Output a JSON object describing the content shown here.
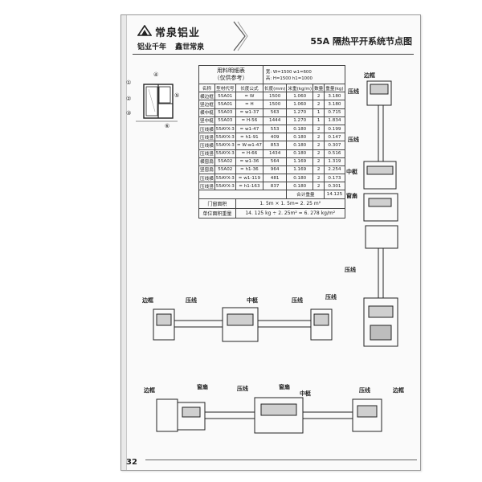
{
  "header": {
    "brand": "常泉铝业",
    "slogan": [
      "铝业千年",
      "鑫世常泉"
    ],
    "series_title": "55A 隔热平开系统节点图"
  },
  "spec_table": {
    "title_line1": "用料明细表",
    "title_line2": "（仅供参考）",
    "dims": [
      "宽: W=1500     w1=600",
      "高: H=1500     h1=1000"
    ],
    "columns": [
      "名称",
      "型材代号",
      "长度公式",
      "长度(mm)",
      "米重(kg/m)",
      "数量",
      "重量(kg)"
    ],
    "rows": [
      [
        "横边框",
        "55A01",
        "= W",
        "1500",
        "1.060",
        "2",
        "3.180"
      ],
      [
        "竖边框",
        "55A01",
        "= H",
        "1500",
        "1.060",
        "2",
        "3.180"
      ],
      [
        "横中梃",
        "55A03",
        "= w1-37",
        "563",
        "1.270",
        "1",
        "0.715"
      ],
      [
        "竖中梃",
        "55A03",
        "= H-56",
        "1444",
        "1.270",
        "1",
        "1.834"
      ],
      [
        "压线横",
        "55AYX-3",
        "= w1-47",
        "553",
        "0.180",
        "2",
        "0.199"
      ],
      [
        "压线竖",
        "55AYX-3",
        "= h1-91",
        "409",
        "0.180",
        "2",
        "0.147"
      ],
      [
        "压线横",
        "55AYX-3",
        "= W-w1-47",
        "853",
        "0.180",
        "2",
        "0.307"
      ],
      [
        "压线竖",
        "55AYX-3",
        "= H-66",
        "1434",
        "0.180",
        "2",
        "0.516"
      ],
      [
        "横窗扇",
        "55A02",
        "= w1-36",
        "564",
        "1.169",
        "2",
        "1.319"
      ],
      [
        "竖窗扇",
        "55A02",
        "= h1-36",
        "964",
        "1.169",
        "2",
        "2.254"
      ],
      [
        "压线横",
        "55AYX-3",
        "= w1-119",
        "481",
        "0.180",
        "2",
        "0.173"
      ],
      [
        "压线竖",
        "55AYX-3",
        "= h1-163",
        "837",
        "0.180",
        "2",
        "0.301"
      ]
    ],
    "total_label": "合计重量",
    "total_value": "14.125",
    "area_label": "门窗面积",
    "area_value": "1. 5m × 1. 5m= 2. 25 m²",
    "unit_weight_label": "单位面积重量",
    "unit_weight_value": "14. 125 kg ÷ 2. 25m² = 6. 278 kg/m²"
  },
  "callouts": {
    "right_top_frame": "边框",
    "right_top_press": "压线",
    "right_mid_press": "压线",
    "right_mullion": "中梃",
    "right_sash": "窗扇",
    "right_bottom_press": "压线",
    "row1_frame": "边框",
    "row1_press1": "压线",
    "row1_mullion": "中梃",
    "row1_press2": "压线",
    "row1_press3": "压线",
    "row2_frame": "边框",
    "row2_sash1": "窗扇",
    "row2_press1": "压线",
    "row2_sash2": "窗扇",
    "row2_mullion": "中梃",
    "row2_press2": "压线",
    "row2_frame2": "边框"
  },
  "markers": [
    "①",
    "②",
    "③",
    "④",
    "⑤",
    "⑥"
  ],
  "page_number": "32"
}
